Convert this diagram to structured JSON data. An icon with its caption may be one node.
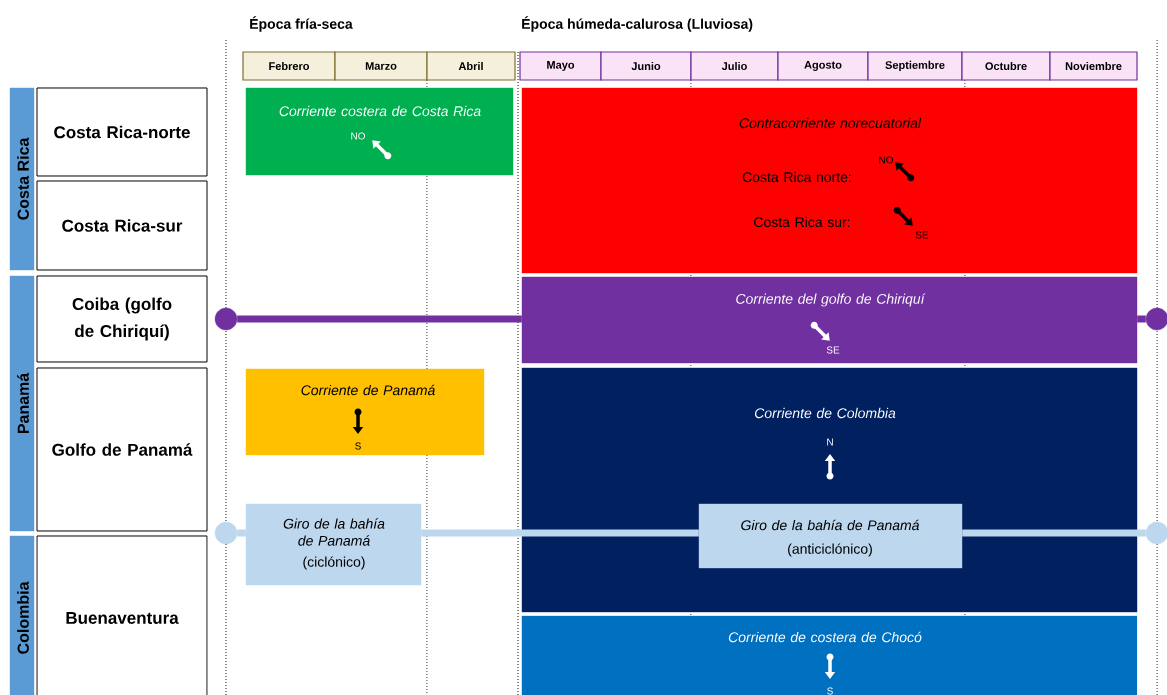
{
  "diagram": {
    "nodes": [
      {
        "text": [
          "Costa Rica"
        ]
      },
      {
        "text": [
          "Costa Rica-norte"
        ]
      },
      {
        "text": [
          "Costa Rica-sur"
        ]
      },
      {
        "text": [
          "Panamá"
        ]
      },
      {
        "text": [
          "Coiba (golfo de Chiriquí)"
        ]
      },
      {
        "text": [
          "Golfo de Panamá"
        ]
      },
      {
        "text": [
          "Colombia"
        ]
      },
      {
        "text": [
          "Buenaventura"
        ]
      },
      {
        "text": [
          "Febrero"
        ]
      },
      {
        "text": [
          "Marzo"
        ]
      },
      {
        "text": [
          "Abril"
        ]
      },
      {
        "text": [
          "Mayo"
        ]
      },
      {
        "text": [
          "Junio"
        ]
      },
      {
        "text": [
          "Julio"
        ]
      },
      {
        "text": [
          "Agosto"
        ]
      },
      {
        "text": [
          "Septiembre"
        ]
      },
      {
        "text": [
          "Octubre"
        ]
      },
      {
        "text": [
          "Noviembre"
        ]
      },
      {
        "text": [
          "Corriente costera de Costa Rica",
          "NO"
        ]
      },
      {
        "text": [
          "Contracorriente norecuatorial",
          "Costa Rica norte:",
          "NO",
          "Costa Rica sur:",
          "SE"
        ]
      },
      {
        "text": [
          "Corriente del golfo de Chiriquí",
          "SE"
        ]
      },
      {
        "text": [
          "Corriente de Panamá",
          "S"
        ]
      },
      {
        "text": [
          "Corriente de Colombia",
          "N"
        ]
      },
      {
        "text": [
          "Giro de la bahía de Panamá",
          "(ciclónico)"
        ]
      },
      {
        "text": [
          "Giro de la bahía de Panamá",
          "(anticiclónico)"
        ],
        "in": 22
      },
      {
        "text": [
          "Corriente de costera de Chocó",
          "S"
        ]
      },
      {
        "text": [],
        "shape": "circle"
      },
      {
        "text": [],
        "shape": "circle"
      },
      {
        "text": [],
        "shape": "circle"
      },
      {
        "text": [],
        "shape": "circle"
      }
    ],
    "edges": [
      {
        "from": 26,
        "to": 20,
        "arrow": "none",
        "color": "#7030a0"
      },
      {
        "from": 20,
        "to": 27,
        "arrow": "none",
        "color": "#7030a0"
      },
      {
        "from": 28,
        "to": 23,
        "arrow": "none",
        "color": "#bdd7ee"
      },
      {
        "from": 23,
        "to": 24,
        "arrow": "none",
        "color": "#bdd7ee"
      },
      {
        "from": 24,
        "to": 29,
        "arrow": "none",
        "color": "#bdd7ee"
      }
    ],
    "labels": [
      "Época fría-seca",
      "Época húmeda-calurosa (Lluviosa)"
    ]
  }
}
